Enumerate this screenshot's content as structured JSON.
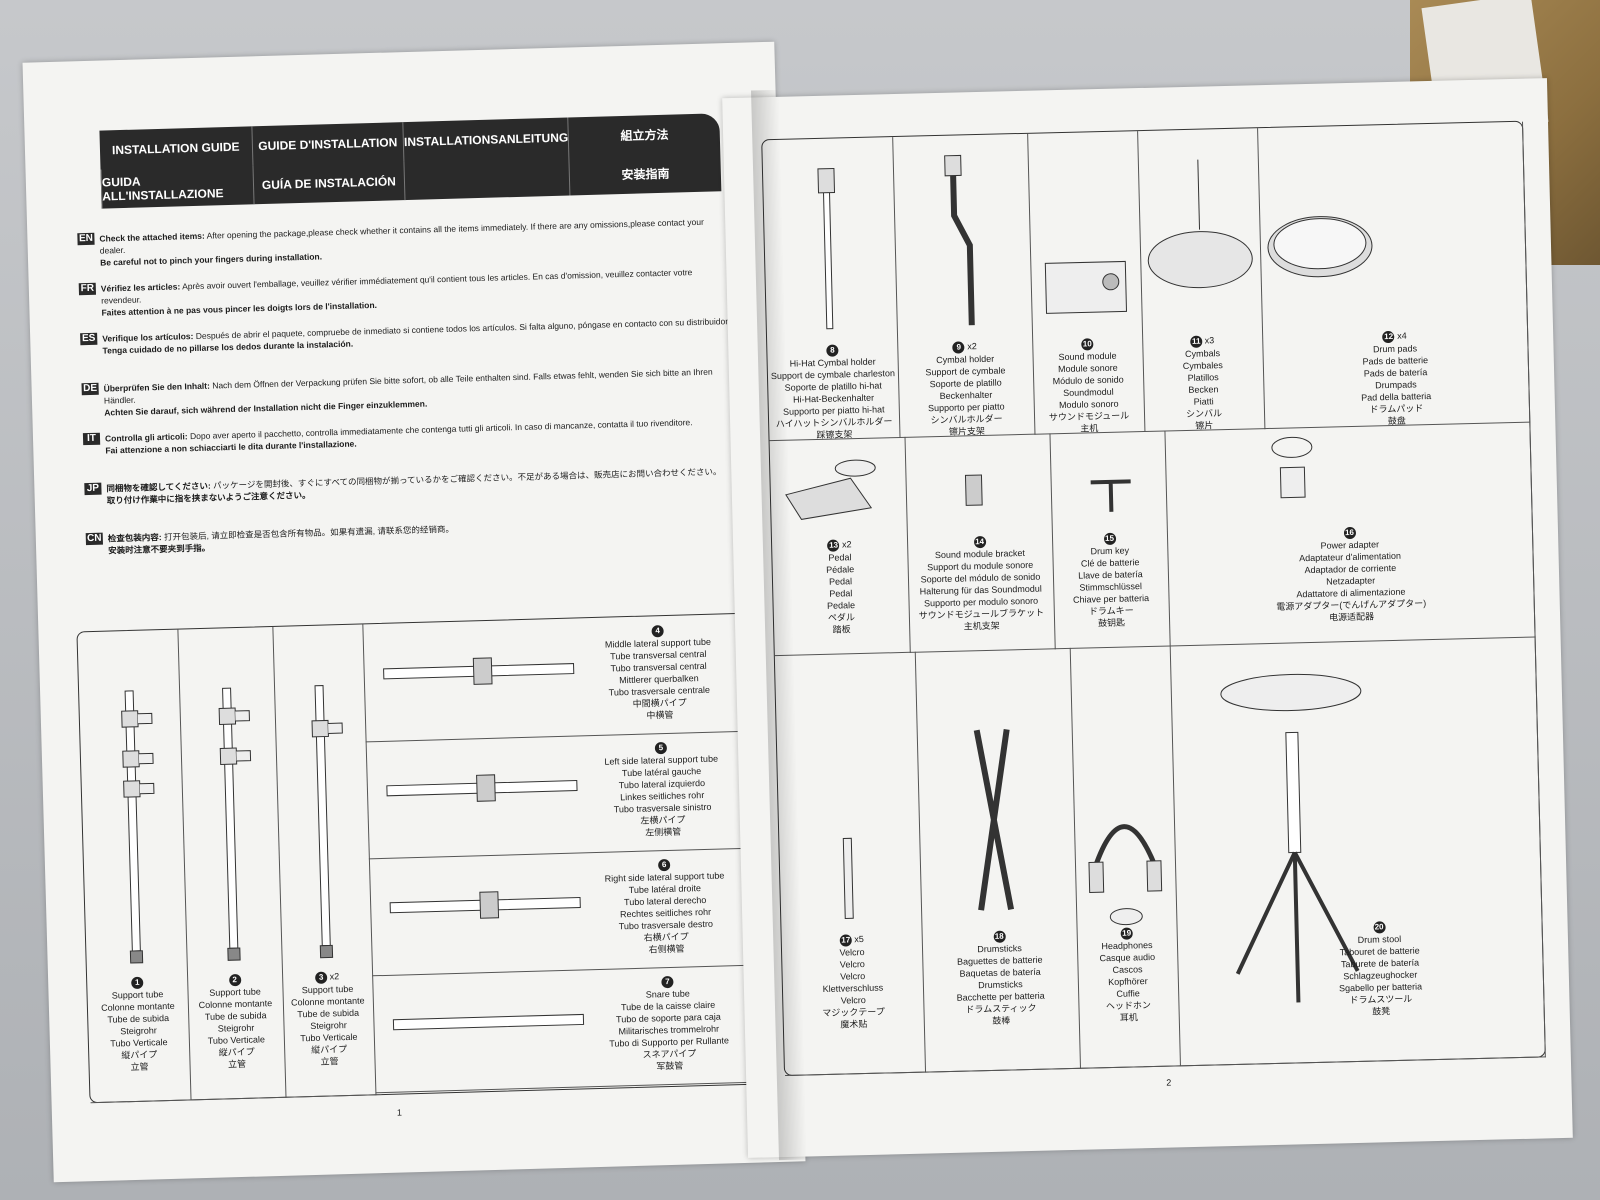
{
  "left_page": {
    "banner": [
      "INSTALLATION GUIDE",
      "GUIDE D'INSTALLATION",
      "INSTALLATIONSANLEITUNG",
      "組立方法",
      "GUIDA ALL'INSTALLAZIONE",
      "GUÍA DE INSTALACIÓN",
      "",
      "安装指南"
    ],
    "instructions": [
      {
        "code": "EN",
        "head": "Check the attached items:",
        "text": "After opening the package,please check whether it contains all the items immediately. If there are any omissions,please contact your dealer.",
        "note": "Be careful not to pinch your fingers during installation."
      },
      {
        "code": "FR",
        "head": "Vérifiez les articles:",
        "text": "Après avoir ouvert l'emballage, veuillez vérifier immédiatement qu'il contient tous les articles. En cas d'omission, veuillez contacter votre revendeur.",
        "note": "Faites attention à ne pas vous pincer les doigts lors de l'installation."
      },
      {
        "code": "ES",
        "head": "Verifique los artículos:",
        "text": "Después de abrir el paquete, compruebe de inmediato si contiene todos los artículos. Si falta alguno, póngase en contacto con su distribuidor.",
        "note": "Tenga cuidado de no pillarse los dedos durante la instalación."
      },
      {
        "code": "DE",
        "head": "Überprüfen Sie den Inhalt:",
        "text": "Nach dem Öffnen der Verpackung prüfen Sie bitte sofort, ob alle Teile enthalten sind. Falls etwas fehlt, wenden Sie sich bitte an Ihren Händler.",
        "note": "Achten Sie darauf, sich während der Installation nicht die Finger einzuklemmen."
      },
      {
        "code": "IT",
        "head": "Controlla gli articoli:",
        "text": "Dopo aver aperto il pacchetto, controlla immediatamente che contenga tutti gli articoli. In caso di mancanze, contatta il tuo rivenditore.",
        "note": "Fai attenzione a non schiacciarti le dita durante l'installazione."
      },
      {
        "code": "JP",
        "head": "同梱物を確認してください:",
        "text": "パッケージを開封後、すぐにすべての同梱物が揃っているかをご確認ください。不足がある場合は、販売店にお問い合わせください。",
        "note": "取り付け作業中に指を挟まないようご注意ください。"
      },
      {
        "code": "CN",
        "head": "检查包装内容:",
        "text": "打开包装后, 请立即检查是否包含所有物品。如果有遗漏, 请联系您的经销商。",
        "note": "安装时注意不要夹到手指。"
      }
    ],
    "tubes": [
      {
        "num": "1",
        "qty": "",
        "lines": [
          "Support tube",
          "Colonne montante",
          "Tube de subida",
          "Steigrohr",
          "Tubo Verticale",
          "縦パイプ",
          "立管"
        ]
      },
      {
        "num": "2",
        "qty": "",
        "lines": [
          "Support tube",
          "Colonne montante",
          "Tube de subida",
          "Steigrohr",
          "Tubo Verticale",
          "縦パイプ",
          "立管"
        ]
      },
      {
        "num": "3",
        "qty": "x2",
        "lines": [
          "Support tube",
          "Colonne montante",
          "Tube de subida",
          "Steigrohr",
          "Tubo Verticale",
          "縦パイプ",
          "立管"
        ]
      }
    ],
    "lateral": [
      {
        "num": "4",
        "lines": [
          "Middle lateral support tube",
          "Tube transversal central",
          "Tubo transversal central",
          "Mittlerer querbalken",
          "Tubo trasversale centrale",
          "中間横パイプ",
          "中横管"
        ]
      },
      {
        "num": "5",
        "lines": [
          "Left side lateral support tube",
          "Tube latéral gauche",
          "Tubo lateral izquierdo",
          "Linkes seitliches rohr",
          "Tubo trasversale sinistro",
          "左横パイプ",
          "左侧横管"
        ]
      },
      {
        "num": "6",
        "lines": [
          "Right side lateral support tube",
          "Tube latéral droite",
          "Tubo lateral derecho",
          "Rechtes seitliches rohr",
          "Tubo trasversale destro",
          "右横パイプ",
          "右侧横管"
        ]
      },
      {
        "num": "7",
        "lines": [
          "Snare tube",
          "Tube de la caisse claire",
          "Tubo de soporte para caja",
          "Militarisches trommelrohr",
          "Tubo di Supporto per Rullante",
          "スネアパイプ",
          "军鼓管"
        ]
      }
    ],
    "page_number": "1"
  },
  "right_page": {
    "row1": [
      {
        "num": "8",
        "qty": "",
        "lines": [
          "Hi-Hat Cymbal holder",
          "Support de cymbale charleston",
          "Soporte de platillo hi-hat",
          "Hi-Hat-Beckenhalter",
          "Supporto per piatto hi-hat",
          "ハイハットシンバルホルダー",
          "踩镲支架"
        ]
      },
      {
        "num": "9",
        "qty": "x2",
        "lines": [
          "Cymbal holder",
          "Support de cymbale",
          "Soporte de platillo",
          "Beckenhalter",
          "Supporto per piatto",
          "シンバルホルダー",
          "镲片支架"
        ]
      },
      {
        "num": "10",
        "qty": "",
        "lines": [
          "Sound module",
          "Module sonore",
          "Módulo de sonido",
          "Soundmodul",
          "Modulo sonoro",
          "サウンドモジュール",
          "主机"
        ]
      },
      {
        "num": "11",
        "qty": "x3",
        "lines": [
          "Cymbals",
          "Cymbales",
          "Platillos",
          "Becken",
          "Piatti",
          "シンバル",
          "镲片"
        ]
      },
      {
        "num": "12",
        "qty": "x4",
        "lines": [
          "Drum pads",
          "Pads de batterie",
          "Pads de batería",
          "Drumpads",
          "Pad della batteria",
          "ドラムパッド",
          "鼓盘"
        ]
      }
    ],
    "row2": [
      {
        "num": "13",
        "qty": "x2",
        "lines": [
          "Pedal",
          "Pédale",
          "Pedal",
          "Pedal",
          "Pedale",
          "ペダル",
          "踏板"
        ]
      },
      {
        "num": "14",
        "qty": "",
        "lines": [
          "Sound module bracket",
          "Support du module sonore",
          "Soporte del módulo de sonido",
          "Halterung für das Soundmodul",
          "Supporto per modulo sonoro",
          "サウンドモジュールブラケット",
          "主机支架"
        ]
      },
      {
        "num": "15",
        "qty": "",
        "lines": [
          "Drum key",
          "Clé de batterie",
          "Llave de batería",
          "Stimmschlüssel",
          "Chiave per batteria",
          "ドラムキー",
          "鼓钥匙"
        ]
      },
      {
        "num": "16",
        "qty": "",
        "lines": [
          "Power adapter",
          "Adaptateur d'alimentation",
          "Adaptador de corriente",
          "Netzadapter",
          "Adattatore di alimentazione",
          "電源アダプター(でんげんアダプター)",
          "电源适配器"
        ]
      }
    ],
    "row3": [
      {
        "num": "17",
        "qty": "x5",
        "lines": [
          "Velcro",
          "Velcro",
          "Velcro",
          "Klettverschluss",
          "Velcro",
          "マジックテープ",
          "魔术贴"
        ]
      },
      {
        "num": "18",
        "qty": "",
        "lines": [
          "Drumsticks",
          "Baguettes de batterie",
          "Baquetas de batería",
          "Drumsticks",
          "Bacchette per batteria",
          "ドラムスティック",
          "鼓棒"
        ]
      },
      {
        "num": "19",
        "qty": "",
        "lines": [
          "Headphones",
          "Casque audio",
          "Cascos",
          "Kopfhörer",
          "Cuffie",
          "ヘッドホン",
          "耳机"
        ]
      },
      {
        "num": "20",
        "qty": "",
        "lines": [
          "Drum stool",
          "Tabouret de batterie",
          "Taburete de batería",
          "Schlagzeughocker",
          "Sgabello per batteria",
          "ドラムスツール",
          "鼓凳"
        ]
      }
    ],
    "page_number": "2"
  }
}
